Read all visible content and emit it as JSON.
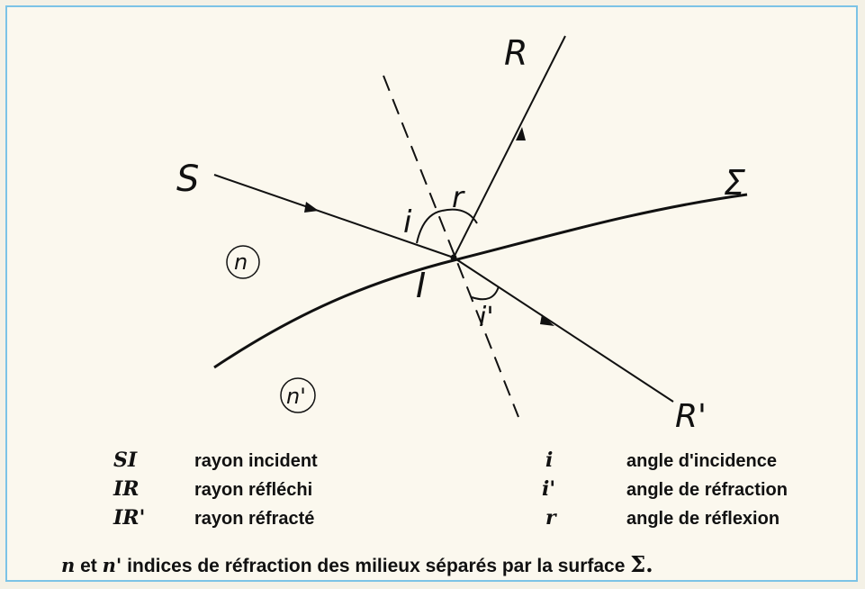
{
  "labels": {
    "S": "S",
    "R": "R",
    "R_prime": "R'",
    "I": "I",
    "Sigma": "Σ",
    "i": "i",
    "r": "r",
    "i_prime": "i'",
    "n": "n",
    "n_prime": "n'"
  },
  "legend": {
    "left": [
      {
        "symbol": "SI",
        "text": "rayon incident"
      },
      {
        "symbol": "IR",
        "text": "rayon réfléchi"
      },
      {
        "symbol": "IR'",
        "text": "rayon réfracté"
      }
    ],
    "right": [
      {
        "symbol": "i",
        "text": "angle d'incidence"
      },
      {
        "symbol": "i'",
        "text": "angle de réfraction"
      },
      {
        "symbol": "r",
        "text": "angle de réflexion"
      }
    ]
  },
  "footnote": {
    "n": "n",
    "et": " et ",
    "n_prime": "n'",
    "text": " indices de réfraction des milieux séparés par la surface ",
    "sigma": "Σ."
  },
  "colors": {
    "border": "#7cc3e6",
    "ink": "#111111"
  }
}
